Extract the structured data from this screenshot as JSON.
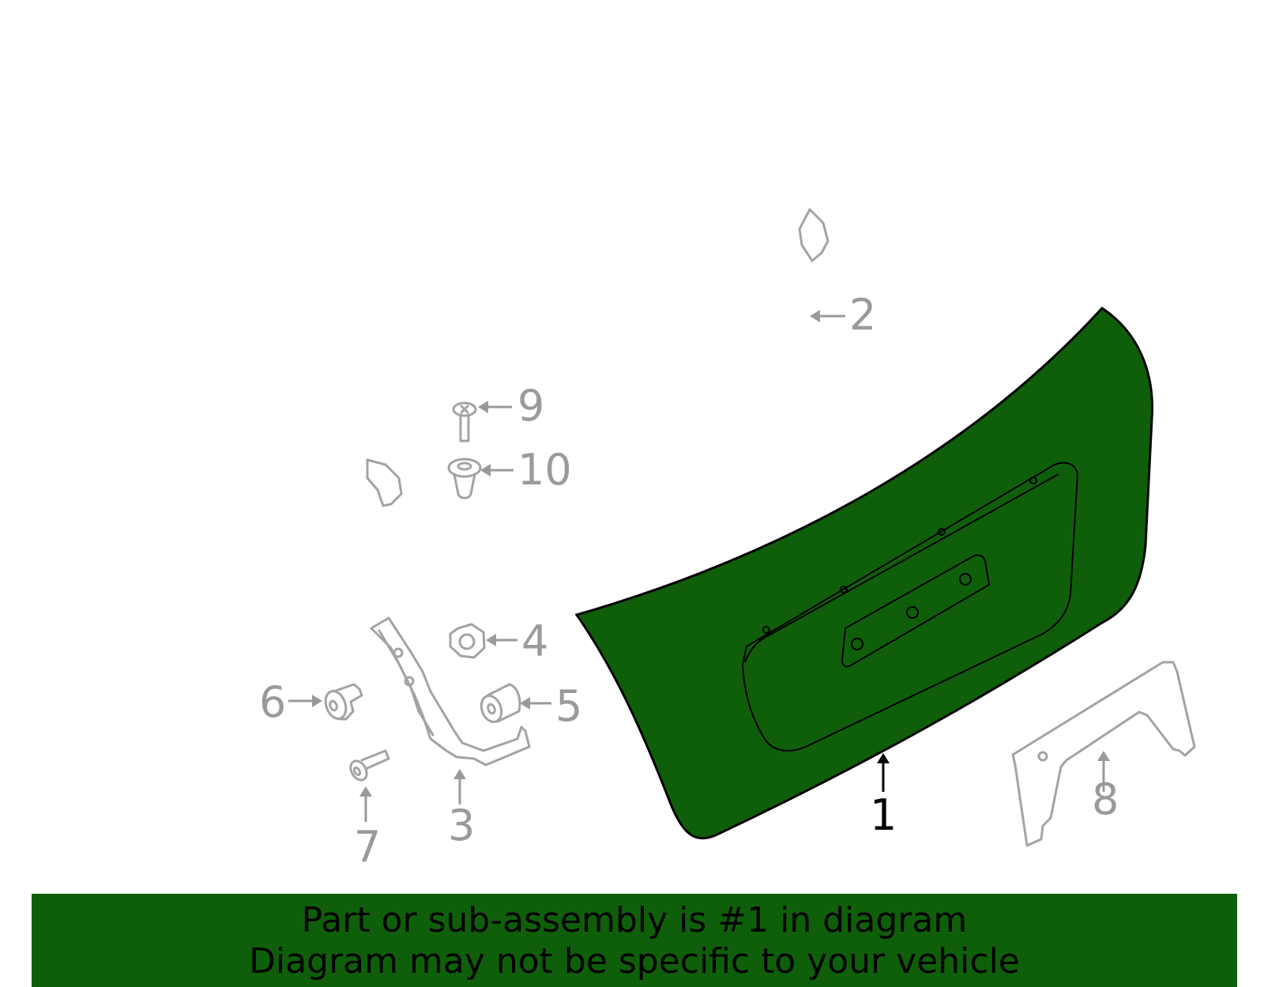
{
  "callouts": {
    "c1": "1",
    "c2": "2",
    "c3": "3",
    "c4": "4",
    "c5": "5",
    "c6": "6",
    "c7": "7",
    "c8": "8",
    "c9": "9",
    "c10": "10"
  },
  "banner": {
    "line1": "Part or sub-assembly is #1 in diagram",
    "line2": "Diagram may not be specific to your vehicle"
  },
  "colors": {
    "highlight": "#0f5f0a",
    "parts_outline": "#a3a3a3",
    "callout_gray": "#9a9a9a",
    "callout_highlight": "#000000"
  },
  "parts": [
    {
      "callout": "1",
      "name": "liftgate-trim-panel",
      "highlighted": true
    },
    {
      "callout": "2",
      "name": "weatherstrip-seal",
      "highlighted": false
    },
    {
      "callout": "3",
      "name": "hinge-bracket",
      "highlighted": false
    },
    {
      "callout": "4",
      "name": "hex-nut",
      "highlighted": false
    },
    {
      "callout": "5",
      "name": "bumper-stop",
      "highlighted": false
    },
    {
      "callout": "6",
      "name": "retainer-clip",
      "highlighted": false
    },
    {
      "callout": "7",
      "name": "bolt",
      "highlighted": false
    },
    {
      "callout": "8",
      "name": "side-trim-piece",
      "highlighted": false
    },
    {
      "callout": "9",
      "name": "screw",
      "highlighted": false
    },
    {
      "callout": "10",
      "name": "push-clip",
      "highlighted": false
    }
  ]
}
